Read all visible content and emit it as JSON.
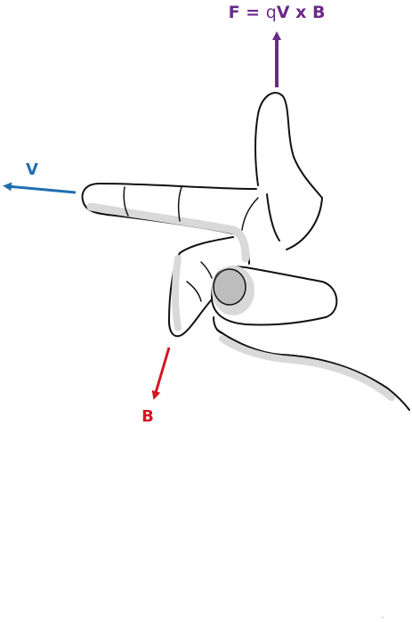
{
  "diagram": {
    "force_label": {
      "prefix": "F = ",
      "charge": "q",
      "suffix": "V x B",
      "color": "#6a2a8a"
    },
    "velocity_label": {
      "text": "V",
      "color": "#1f6fb0"
    },
    "field_label": {
      "text": "B",
      "color": "#d4161f"
    },
    "hand": {
      "skin_fill": "#ffffff",
      "shade": "#d9d9d9",
      "outline": "#111111"
    },
    "icons": [
      "hand-icon",
      "arrow-up-icon",
      "arrow-left-icon",
      "arrow-down-left-icon"
    ]
  }
}
